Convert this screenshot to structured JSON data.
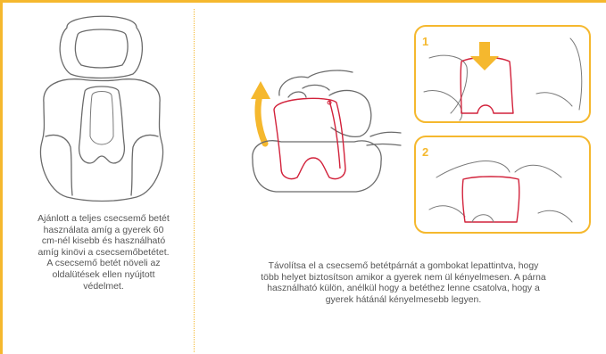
{
  "colors": {
    "accent": "#f5b82e",
    "highlight": "#d2223b",
    "text": "#555555",
    "line": "#6b6b6b"
  },
  "left": {
    "caption": "Ajánlott a teljes csecsemő betét\nhasználata amíg a gyerek 60\ncm-nél kisebb és használható\namíg kinövi a csecsemőbetétet.\nA csecsemő betét növeli az\noldalütések ellen nyújtott\nvédelmet."
  },
  "right": {
    "caption": "Távolítsa el a csecsemő betétpárnát a gombokat lepattintva, hogy\ntöbb helyet biztosítson amikor a gyerek nem ül kényelmesen. A párna\nhasználható külön, anélkül hogy a betéthez lenne csatolva, hogy a\ngyerek hátánál kényelmesebb legyen.",
    "steps": [
      {
        "number": "1"
      },
      {
        "number": "2"
      }
    ]
  },
  "icons": {
    "seat": "infant-insert-icon",
    "arrow_up": "arrow-up-icon",
    "arrow_down": "arrow-down-icon"
  }
}
